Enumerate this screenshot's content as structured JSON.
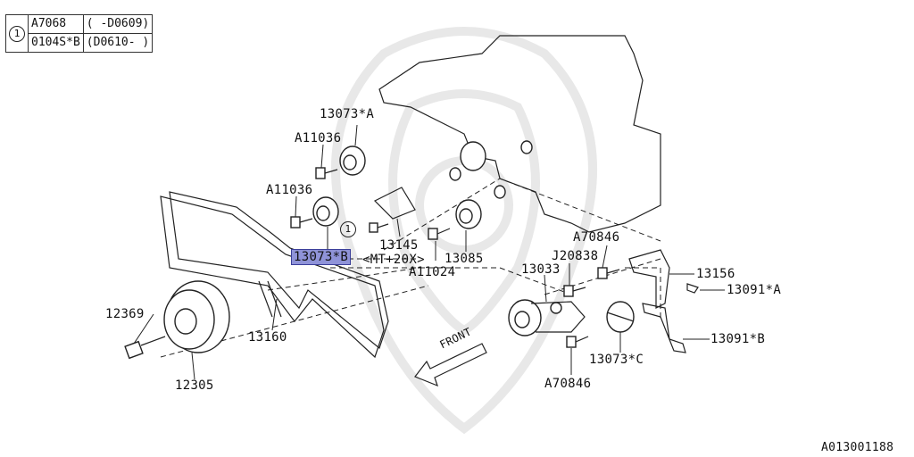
{
  "ref_table": {
    "marker": "1",
    "rows": [
      {
        "part": "A7068",
        "range": "( -D0609)"
      },
      {
        "part": "0104S*B",
        "range": "(D0610- )"
      }
    ]
  },
  "labels": {
    "p13073A": "13073*A",
    "a11036_top": "A11036",
    "a11036_mid": "A11036",
    "marker1": "1",
    "p13145": "13145",
    "mt20x": "MT+20X>",
    "p13073B": "13073*B",
    "a11024": "A11024",
    "p13085": "13085",
    "a70846_top": "A70846",
    "j20838": "J20838",
    "p13033": "13033",
    "p13156": "13156",
    "p13091A": "13091*A",
    "p12369": "12369",
    "p13160": "13160",
    "p13091B": "13091*B",
    "p13073C": "13073*C",
    "a70846_bottom": "A70846",
    "p12305": "12305",
    "front": "FRONT"
  },
  "diagram_id": "A013001188",
  "colors": {
    "highlight": "#8f93d8",
    "line": "#222222",
    "watermark": "#e6e6e6"
  }
}
